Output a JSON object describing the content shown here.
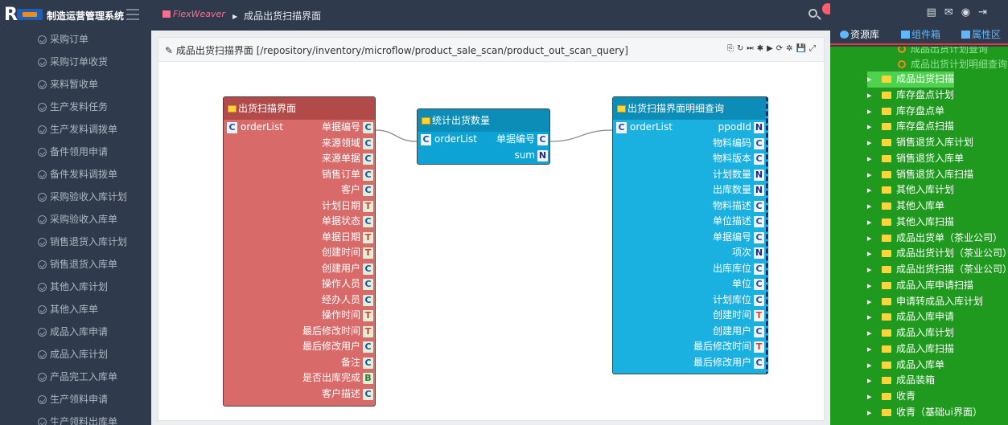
{
  "header": {
    "app_title": "制造运营管理系统",
    "brand": "FlexWeaver",
    "breadcrumb": "成品出货扫描界面"
  },
  "sidebar": {
    "items": [
      "采购订单",
      "采购订单收货",
      "来料暂收单",
      "生产发料任务",
      "生产发料调拨单",
      "备件领用申请",
      "备件发料调拨单",
      "采购验收入库计划",
      "采购验收入库单",
      "销售退货入库计划",
      "销售退货入库单",
      "其他入库计划",
      "其他入库单",
      "成品入库申请",
      "成品入库计划",
      "产品完工入库单",
      "生产领料申请",
      "生产领料出库单"
    ]
  },
  "card": {
    "title": "成品出货扫描界面 [/repository/inventory/microflow/product_sale_scan/product_out_scan_query]",
    "tools": "⎘↻⏭✱▶⟳✲💾⤢"
  },
  "nodes": {
    "n1": {
      "title": "出货扫描界面",
      "left": {
        "type": "C",
        "label": "orderList"
      },
      "fields": [
        {
          "label": "单据编号",
          "type": "C"
        },
        {
          "label": "来源领域",
          "type": "C"
        },
        {
          "label": "来源单据",
          "type": "C"
        },
        {
          "label": "销售订单",
          "type": "C"
        },
        {
          "label": "客户",
          "type": "C"
        },
        {
          "label": "计划日期",
          "type": "T"
        },
        {
          "label": "单据状态",
          "type": "C"
        },
        {
          "label": "单据日期",
          "type": "T"
        },
        {
          "label": "创建时间",
          "type": "T"
        },
        {
          "label": "创建用户",
          "type": "C"
        },
        {
          "label": "操作人员",
          "type": "C"
        },
        {
          "label": "经办人员",
          "type": "C"
        },
        {
          "label": "操作时间",
          "type": "T"
        },
        {
          "label": "最后修改时间",
          "type": "T"
        },
        {
          "label": "最后修改用户",
          "type": "C"
        },
        {
          "label": "备注",
          "type": "C"
        },
        {
          "label": "是否出库完成",
          "type": "B"
        },
        {
          "label": "客户描述",
          "type": "C"
        }
      ]
    },
    "n2": {
      "title": "统计出货数量",
      "left": {
        "type": "C",
        "label": "orderList"
      },
      "fields": [
        {
          "label": "单据编号",
          "type": "C"
        },
        {
          "label": "sum",
          "type": "N"
        }
      ]
    },
    "n3": {
      "title": "出货扫描界面明细查询",
      "left": {
        "type": "C",
        "label": "orderList"
      },
      "fields": [
        {
          "label": "ppodId",
          "type": "N"
        },
        {
          "label": "物料编码",
          "type": "C"
        },
        {
          "label": "物料版本",
          "type": "C"
        },
        {
          "label": "计划数量",
          "type": "N"
        },
        {
          "label": "出库数量",
          "type": "N"
        },
        {
          "label": "物料描述",
          "type": "C"
        },
        {
          "label": "单位描述",
          "type": "C"
        },
        {
          "label": "单据编号",
          "type": "C"
        },
        {
          "label": "项次",
          "type": "N"
        },
        {
          "label": "出库库位",
          "type": "C"
        },
        {
          "label": "单位",
          "type": "C"
        },
        {
          "label": "计划库位",
          "type": "C"
        },
        {
          "label": "创建时间",
          "type": "T"
        },
        {
          "label": "创建用户",
          "type": "C"
        },
        {
          "label": "最后修改时间",
          "type": "T"
        },
        {
          "label": "最后修改用户",
          "type": "C"
        }
      ]
    }
  },
  "right_panel": {
    "tabs": [
      "资源库",
      "组件箱",
      "属性区"
    ],
    "leaf_items": [
      "成品出货计划查询",
      "成品出货计划明细查询"
    ],
    "tree_items": [
      "成品出货扫描",
      "库存盘点计划",
      "库存盘点单",
      "库存盘点扫描",
      "销售退货入库计划",
      "销售退货入库单",
      "销售退货入库扫描",
      "其他入库计划",
      "其他入库单",
      "其他入库扫描",
      "成品出货单（茶业公司）",
      "成品出货计划（茶业公司）",
      "成品出货扫描（茶业公司）",
      "成品入库申请扫描",
      "申请转成品入库计划",
      "成品入库申请",
      "成品入库计划",
      "成品入库扫描",
      "成品入库单",
      "成品装箱",
      "收青",
      "收青（基础ui界面）"
    ],
    "selected": "成品出货扫描"
  },
  "colors": {
    "tree_bg": "#1f9a1f",
    "selected": "#4fd34f",
    "node1": "#d86a6a",
    "node2": "#0da3d4",
    "node3": "#1ab0e0"
  }
}
